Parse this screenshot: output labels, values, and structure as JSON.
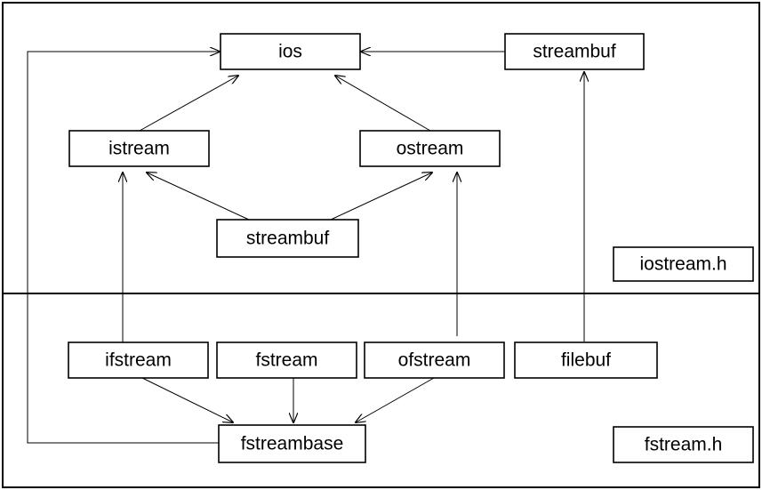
{
  "regions": {
    "iostream_label": "iostream.h",
    "fstream_label": "fstream.h"
  },
  "nodes": {
    "ios": "ios",
    "streambuf_top": "streambuf",
    "istream": "istream",
    "ostream": "ostream",
    "streambuf_mid": "streambuf",
    "ifstream": "ifstream",
    "fstream": "fstream",
    "ofstream": "ofstream",
    "filebuf": "filebuf",
    "fstreambase": "fstreambase"
  },
  "edges": [
    {
      "from": "streambuf_top",
      "to": "ios"
    },
    {
      "from": "istream",
      "to": "ios"
    },
    {
      "from": "ostream",
      "to": "ios"
    },
    {
      "from": "streambuf_mid",
      "to": "istream"
    },
    {
      "from": "streambuf_mid",
      "to": "ostream"
    },
    {
      "from": "ifstream",
      "to": "istream"
    },
    {
      "from": "ofstream",
      "to": "ostream"
    },
    {
      "from": "filebuf",
      "to": "streambuf_top"
    },
    {
      "from": "ifstream",
      "to": "fstreambase"
    },
    {
      "from": "fstream",
      "to": "fstreambase"
    },
    {
      "from": "ofstream",
      "to": "fstreambase"
    },
    {
      "from": "fstreambase",
      "to": "ios"
    }
  ]
}
